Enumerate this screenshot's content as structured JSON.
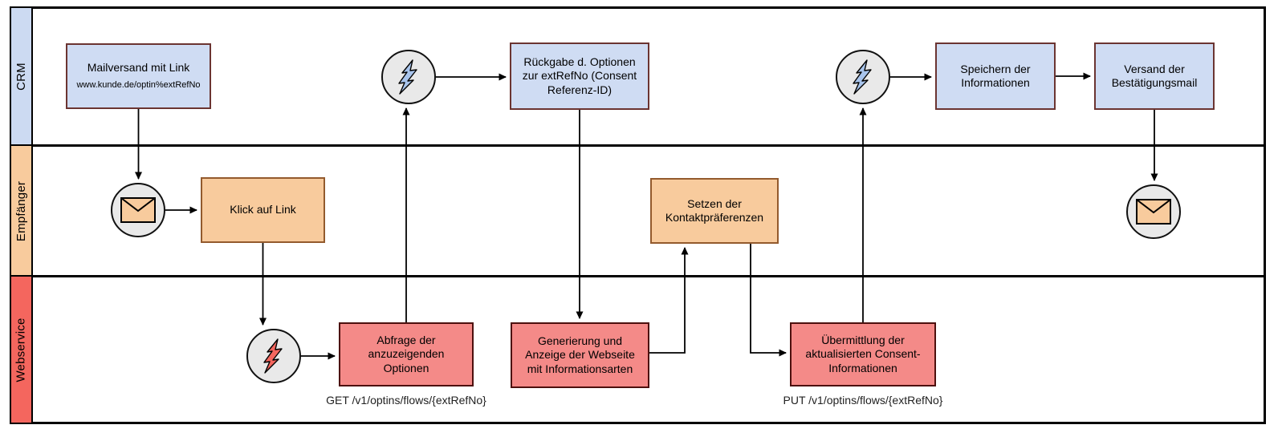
{
  "diagram": {
    "type": "swimlane-flowchart",
    "lanes": [
      {
        "id": "crm",
        "label": "CRM",
        "color": "#ccdaf2"
      },
      {
        "id": "empfaenger",
        "label": "Empfänger",
        "color": "#f8cb9d"
      },
      {
        "id": "webservice",
        "label": "Webservice",
        "color": "#f4665e"
      }
    ],
    "nodes": {
      "mailversand": {
        "lane": "CRM",
        "title": "Mailversand mit Link",
        "subtitle": "www.kunde.de/optin%extRefNo"
      },
      "rueckgabe": {
        "lane": "CRM",
        "title": "Rückgabe d. Optionen zur extRefNo (Consent Referenz-ID)"
      },
      "speichern": {
        "lane": "CRM",
        "title": "Speichern der Informationen"
      },
      "versand": {
        "lane": "CRM",
        "title": "Versand der Bestätigungsmail"
      },
      "klick": {
        "lane": "Empfänger",
        "title": "Klick auf Link"
      },
      "setzen": {
        "lane": "Empfänger",
        "title": "Setzen der Kontaktpräferenzen"
      },
      "abfrage": {
        "lane": "Webservice",
        "title": "Abfrage der anzuzeigenden Optionen"
      },
      "generierung": {
        "lane": "Webservice",
        "title": "Generierung und Anzeige der Webseite mit Informationsarten"
      },
      "uebermittlung": {
        "lane": "Webservice",
        "title": "Übermittlung der aktualisierten Consent-Informationen"
      }
    },
    "events": [
      {
        "id": "event-request-options",
        "lane": "CRM",
        "icon": "lightning-bolt-icon",
        "bolt_color": "#a8c4ec"
      },
      {
        "id": "event-submit-consent",
        "lane": "CRM",
        "icon": "lightning-bolt-icon",
        "bolt_color": "#a8c4ec"
      },
      {
        "id": "event-mail-received",
        "lane": "Empfänger",
        "icon": "envelope-icon",
        "envelope_color": "#f8cb9d"
      },
      {
        "id": "event-confirmation-mail",
        "lane": "Empfänger",
        "icon": "envelope-icon",
        "envelope_color": "#f8cb9d"
      },
      {
        "id": "event-webservice-call",
        "lane": "Webservice",
        "icon": "lightning-bolt-icon",
        "bolt_color": "#f4665e"
      }
    ],
    "api_labels": {
      "get": "GET /v1/optins/flows/{extRefNo}",
      "put": "PUT /v1/optins/flows/{extRefNo}"
    },
    "colors": {
      "crm_fill": "#cfdcf3",
      "crm_stroke": "#6b3431",
      "empfaenger_fill": "#f8cb9d",
      "empfaenger_stroke": "#935a2d",
      "webservice_box_fill": "#f48a88",
      "webservice_box_stroke": "#4d100e",
      "webservice_lane_fill": "#f4665e",
      "event_circle_fill": "#e9e9e9",
      "line_color": "#000000"
    }
  }
}
